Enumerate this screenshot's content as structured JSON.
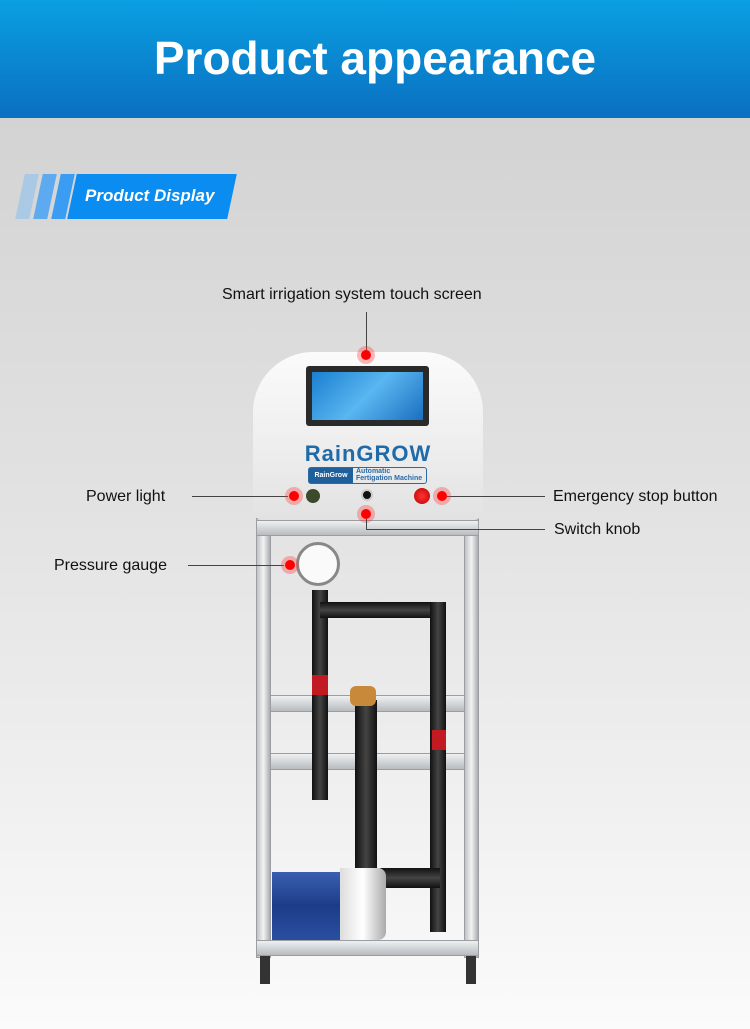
{
  "header": {
    "title": "Product appearance"
  },
  "section": {
    "badge": "Product Display"
  },
  "product": {
    "brand": "RainGROW",
    "plate_brand": "RainGrow",
    "plate_text": "Automatic Fertigation Machine"
  },
  "callouts": {
    "touch_screen": "Smart irrigation system touch screen",
    "power_light": "Power light",
    "emergency_stop": "Emergency stop button",
    "switch_knob": "Switch knob",
    "pressure_gauge": "Pressure gauge"
  },
  "colors": {
    "header": "#0a86d2",
    "badge": "#0a8cf0",
    "brand": "#1f6aa8",
    "callout_dot": "#ff0000"
  }
}
